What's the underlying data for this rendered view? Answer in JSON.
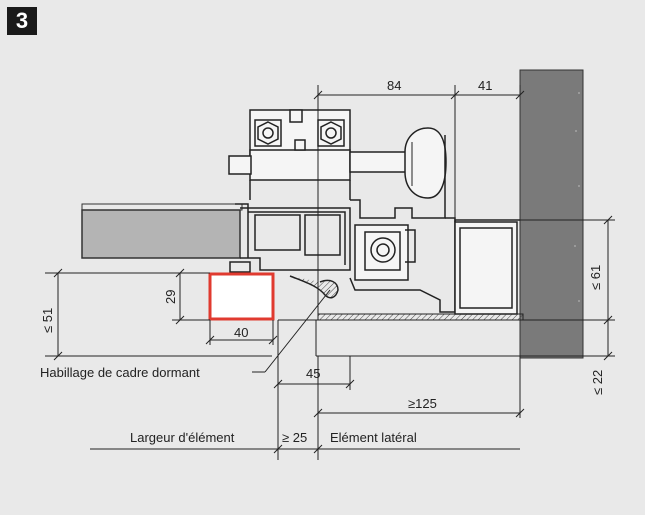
{
  "figure": {
    "number": "3"
  },
  "colors": {
    "background": "#e9e9e9",
    "accent_red": "#e03a2f",
    "wall_gray": "#7a7a7a",
    "line": "#222222"
  },
  "dimensions": {
    "d84": "84",
    "d41": "41",
    "d61": "≤ 61",
    "d29": "29",
    "d51": "≤ 51",
    "d40": "40",
    "d22": "≤ 22",
    "d45": "45",
    "d125": "≥125",
    "d25": "≥ 25"
  },
  "labels": {
    "cover": "Habillage de cadre dormant",
    "element_width": "Largeur d'élément",
    "lateral": "Elément latéral"
  }
}
